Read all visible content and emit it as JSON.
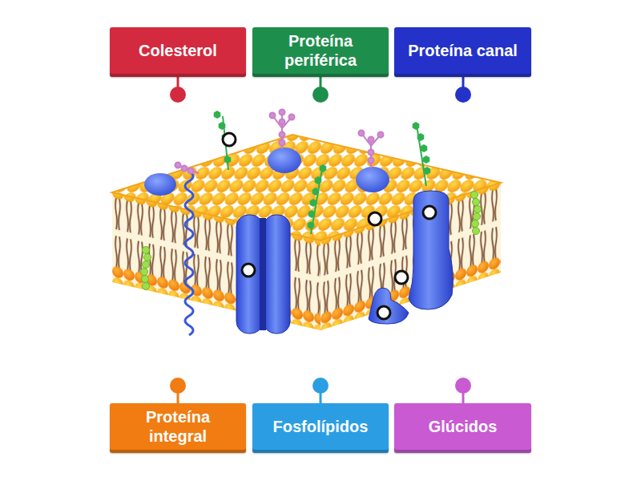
{
  "diagram": {
    "nodes": [
      {
        "text": [
          "Colesterol"
        ]
      },
      {
        "text": [
          "Proteína periférica"
        ]
      },
      {
        "text": [
          "Proteína canal"
        ]
      },
      {
        "text": [
          "Proteína integral"
        ]
      },
      {
        "text": [
          "Fosfolípidos"
        ]
      },
      {
        "text": [
          "Glúcidos"
        ]
      }
    ]
  }
}
